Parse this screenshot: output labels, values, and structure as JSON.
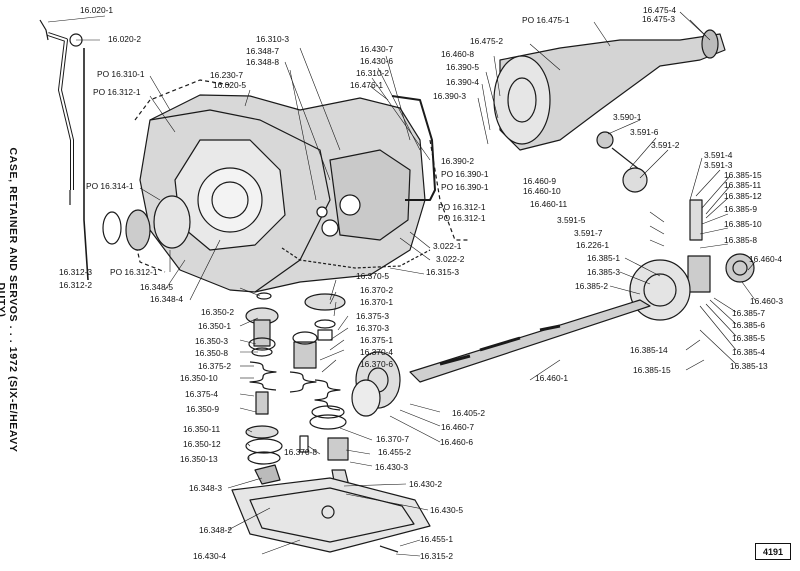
{
  "side_title": "CASE, RETAINER AND SERVOS . . . 1972 (SIX-E/HEAVY DUTY)",
  "page_number": "4191",
  "labels": [
    "16.020-1",
    "16.020-2",
    "PO 16.310-1",
    "PO 16.312-1",
    "16.020-5",
    "16.230-7",
    "16.348-8",
    "16.348-7",
    "16.310-3",
    "16.430-7",
    "16.430-6",
    "16.310-2",
    "16.476-1",
    "PO 16.314-1",
    "16.312-3",
    "16.312-2",
    "PO 16.312-1",
    "16.348-5",
    "16.348-4",
    "16.460-8",
    "16.390-5",
    "16.390-4",
    "16.390-3",
    "16.475-2",
    "PO 16.475-1",
    "16.475-4",
    "16.475-3",
    "3.590-1",
    "3.591-6",
    "3.591-2",
    "3.591-4",
    "3.591-3",
    "16.385-15",
    "16.385-11",
    "16.385-12",
    "16.385-9",
    "16.385-10",
    "16.385-8",
    "16.390-2",
    "PO 16.390-1",
    "PO 16.390-1",
    "16.460-9",
    "16.460-10",
    "16.460-11",
    "PO 16.312-1",
    "PO 16.312-1",
    "3.591-5",
    "3.591-7",
    "16.226-1",
    "3.022-1",
    "3.022-2",
    "16.315-3",
    "16.385-1",
    "16.385-3",
    "16.385-2",
    "16.460-4",
    "16.460-3",
    "16.385-7",
    "16.385-6",
    "16.385-5",
    "16.385-4",
    "16.385-13",
    "16.385-14",
    "16.385-15",
    "16.460-1",
    "16.370-5",
    "16.370-2",
    "16.370-1",
    "16.375-3",
    "16.370-3",
    "16.375-1",
    "16.370-4",
    "16.370-6",
    "16.350-2",
    "16.350-1",
    "16.350-3",
    "16.350-8",
    "16.375-2",
    "16.350-10",
    "16.375-4",
    "16.350-9",
    "16.350-11",
    "16.350-12",
    "16.350-13",
    "16.370-7",
    "16.370-8",
    "16.455-2",
    "16.430-3",
    "16.405-2",
    "16.460-7",
    "16.460-6",
    "16.348-3",
    "16.430-2",
    "16.348-2",
    "16.430-5",
    "16.430-4",
    "16.455-1",
    "16.315-2"
  ]
}
